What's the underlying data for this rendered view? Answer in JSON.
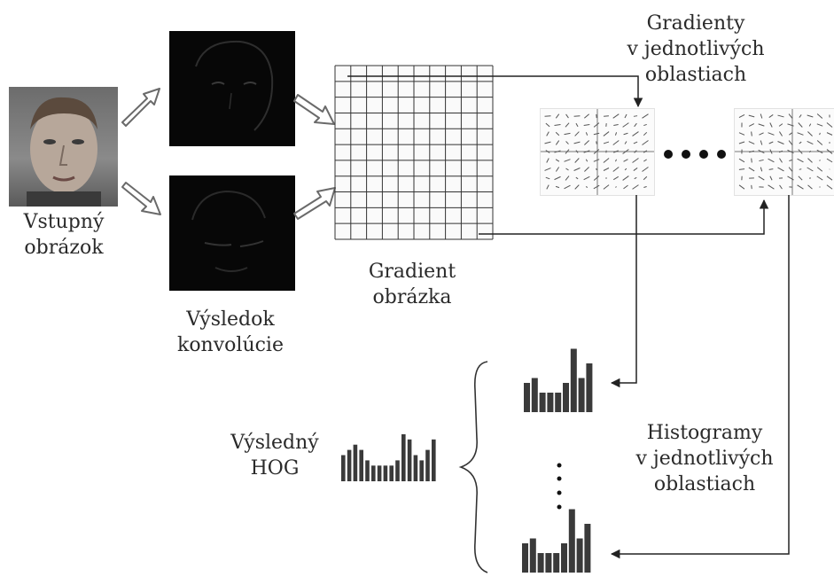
{
  "labels": {
    "input_image": [
      "Vstupný",
      "obrázok"
    ],
    "convolution_result": [
      "Výsledok",
      "konvolúcie"
    ],
    "image_gradient": [
      "Gradient",
      "obrázka"
    ],
    "region_gradients": [
      "Gradienty",
      "v jednotlivých",
      "oblastiach"
    ],
    "region_histograms": [
      "Histogramy",
      "v jednotlivých",
      "oblastiach"
    ],
    "result_hog": [
      "Výsledný",
      "HOG"
    ]
  },
  "histograms": {
    "top": [
      6,
      7,
      4,
      4,
      4,
      6,
      13,
      7,
      10
    ],
    "bottom": [
      6,
      7,
      4,
      4,
      4,
      6,
      13,
      7,
      10
    ],
    "result": [
      5,
      6,
      7,
      6,
      4,
      3,
      3,
      3,
      3,
      4,
      9,
      8,
      5,
      4,
      6,
      8
    ]
  },
  "colors": {
    "bar": "#3a3a3a",
    "line": "#222222",
    "arrow_outline": "#6a6a6a",
    "grid": "#333333"
  }
}
